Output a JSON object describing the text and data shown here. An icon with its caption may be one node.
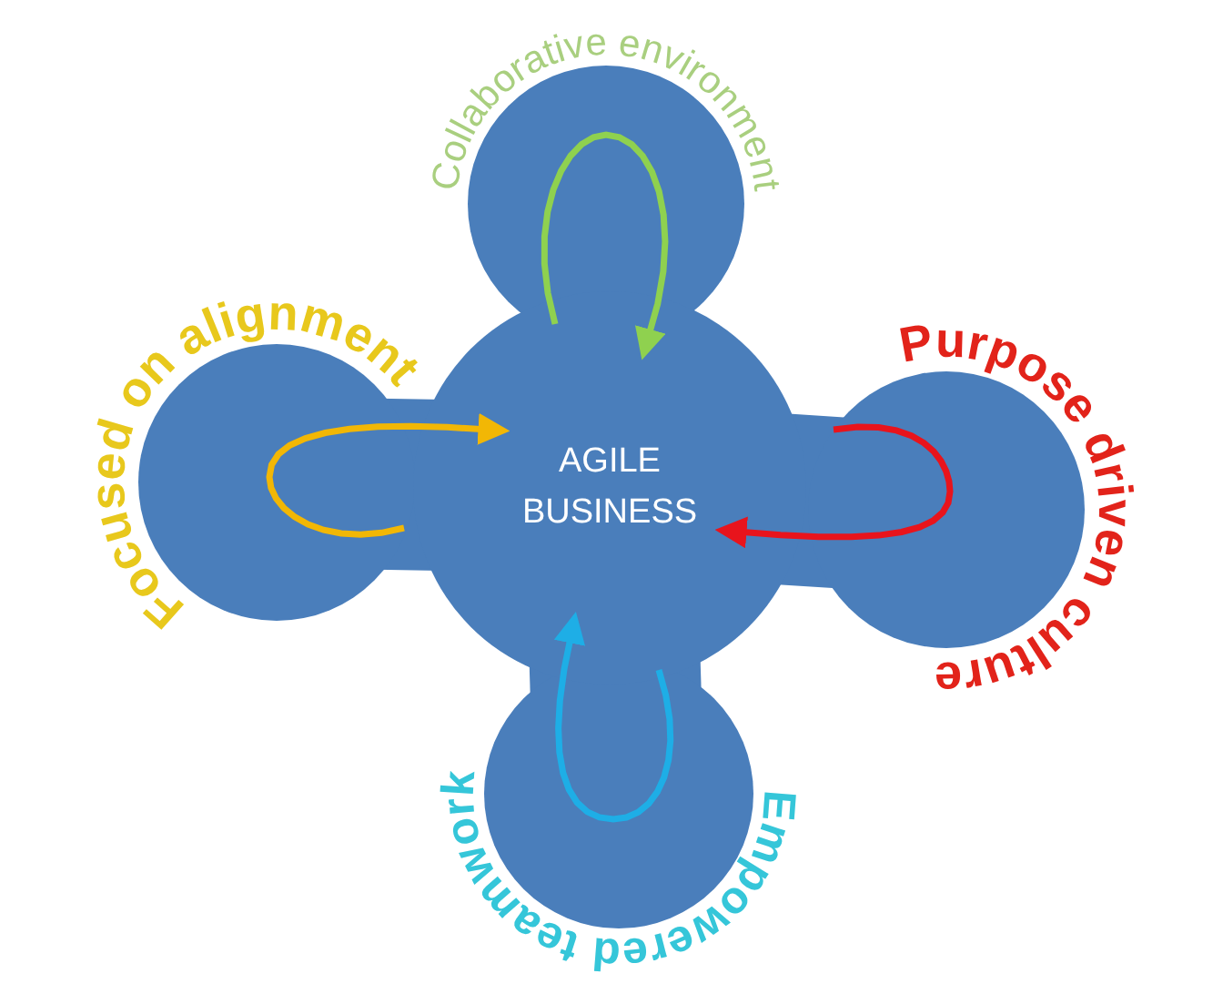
{
  "diagram": {
    "nodes": [
      {
        "text": [
          "Collaborative environment"
        ]
      },
      {
        "text": [
          "Focused on alignment"
        ]
      },
      {
        "text": [
          "AGILE BUSINESS"
        ]
      },
      {
        "text": [
          "Purpose driven culture"
        ]
      },
      {
        "text": [
          "Empowered teamwork"
        ]
      }
    ],
    "edges": [
      {
        "from": 0,
        "to": 2,
        "arrow": "to",
        "color": "#8fd14f"
      },
      {
        "from": 1,
        "to": 2,
        "arrow": "to",
        "color": "#f2b705"
      },
      {
        "from": 3,
        "to": 2,
        "arrow": "to",
        "color": "#e8141c"
      },
      {
        "from": 4,
        "to": 2,
        "arrow": "to",
        "color": "#1eaee6"
      }
    ]
  }
}
